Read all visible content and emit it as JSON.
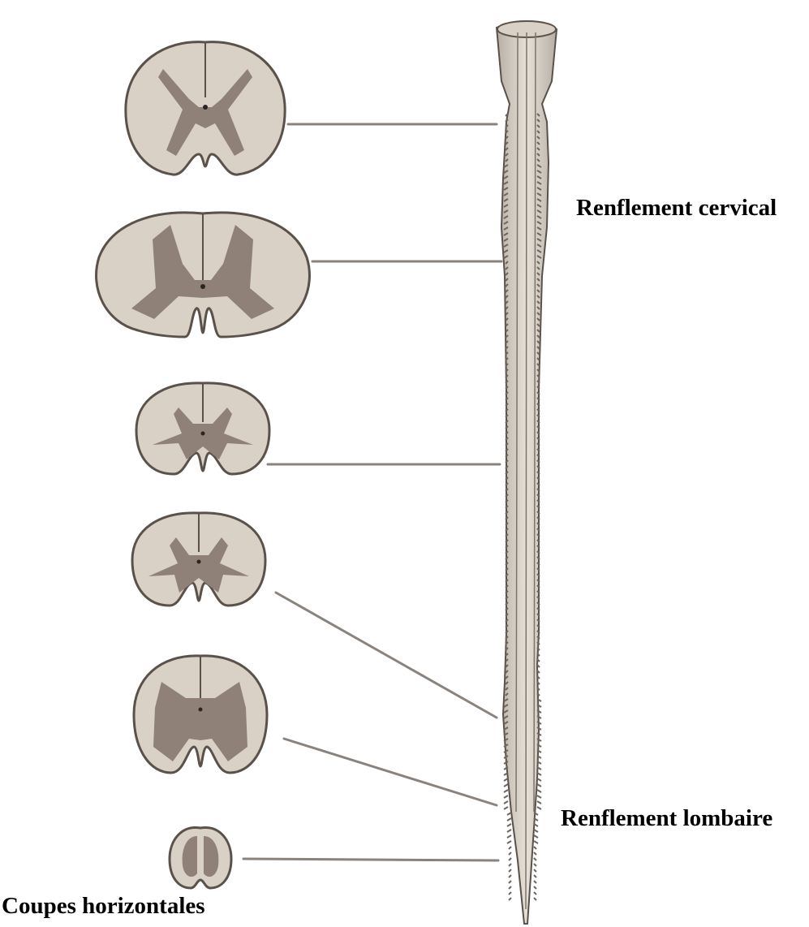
{
  "labels": {
    "cervical": "Renflement cervical",
    "lumbar": "Renflement lombaire",
    "sections": "Coupes horizontales"
  },
  "colors": {
    "white_matter": "#d9d1c6",
    "grey_matter": "#8f8178",
    "outline": "#5a514a",
    "leader_line": "#8a837d",
    "cord": "#c9c2b8"
  },
  "sections": [
    {
      "level": "section-1"
    },
    {
      "level": "section-2"
    },
    {
      "level": "section-3"
    },
    {
      "level": "section-4"
    },
    {
      "level": "section-5"
    },
    {
      "level": "section-6"
    }
  ]
}
